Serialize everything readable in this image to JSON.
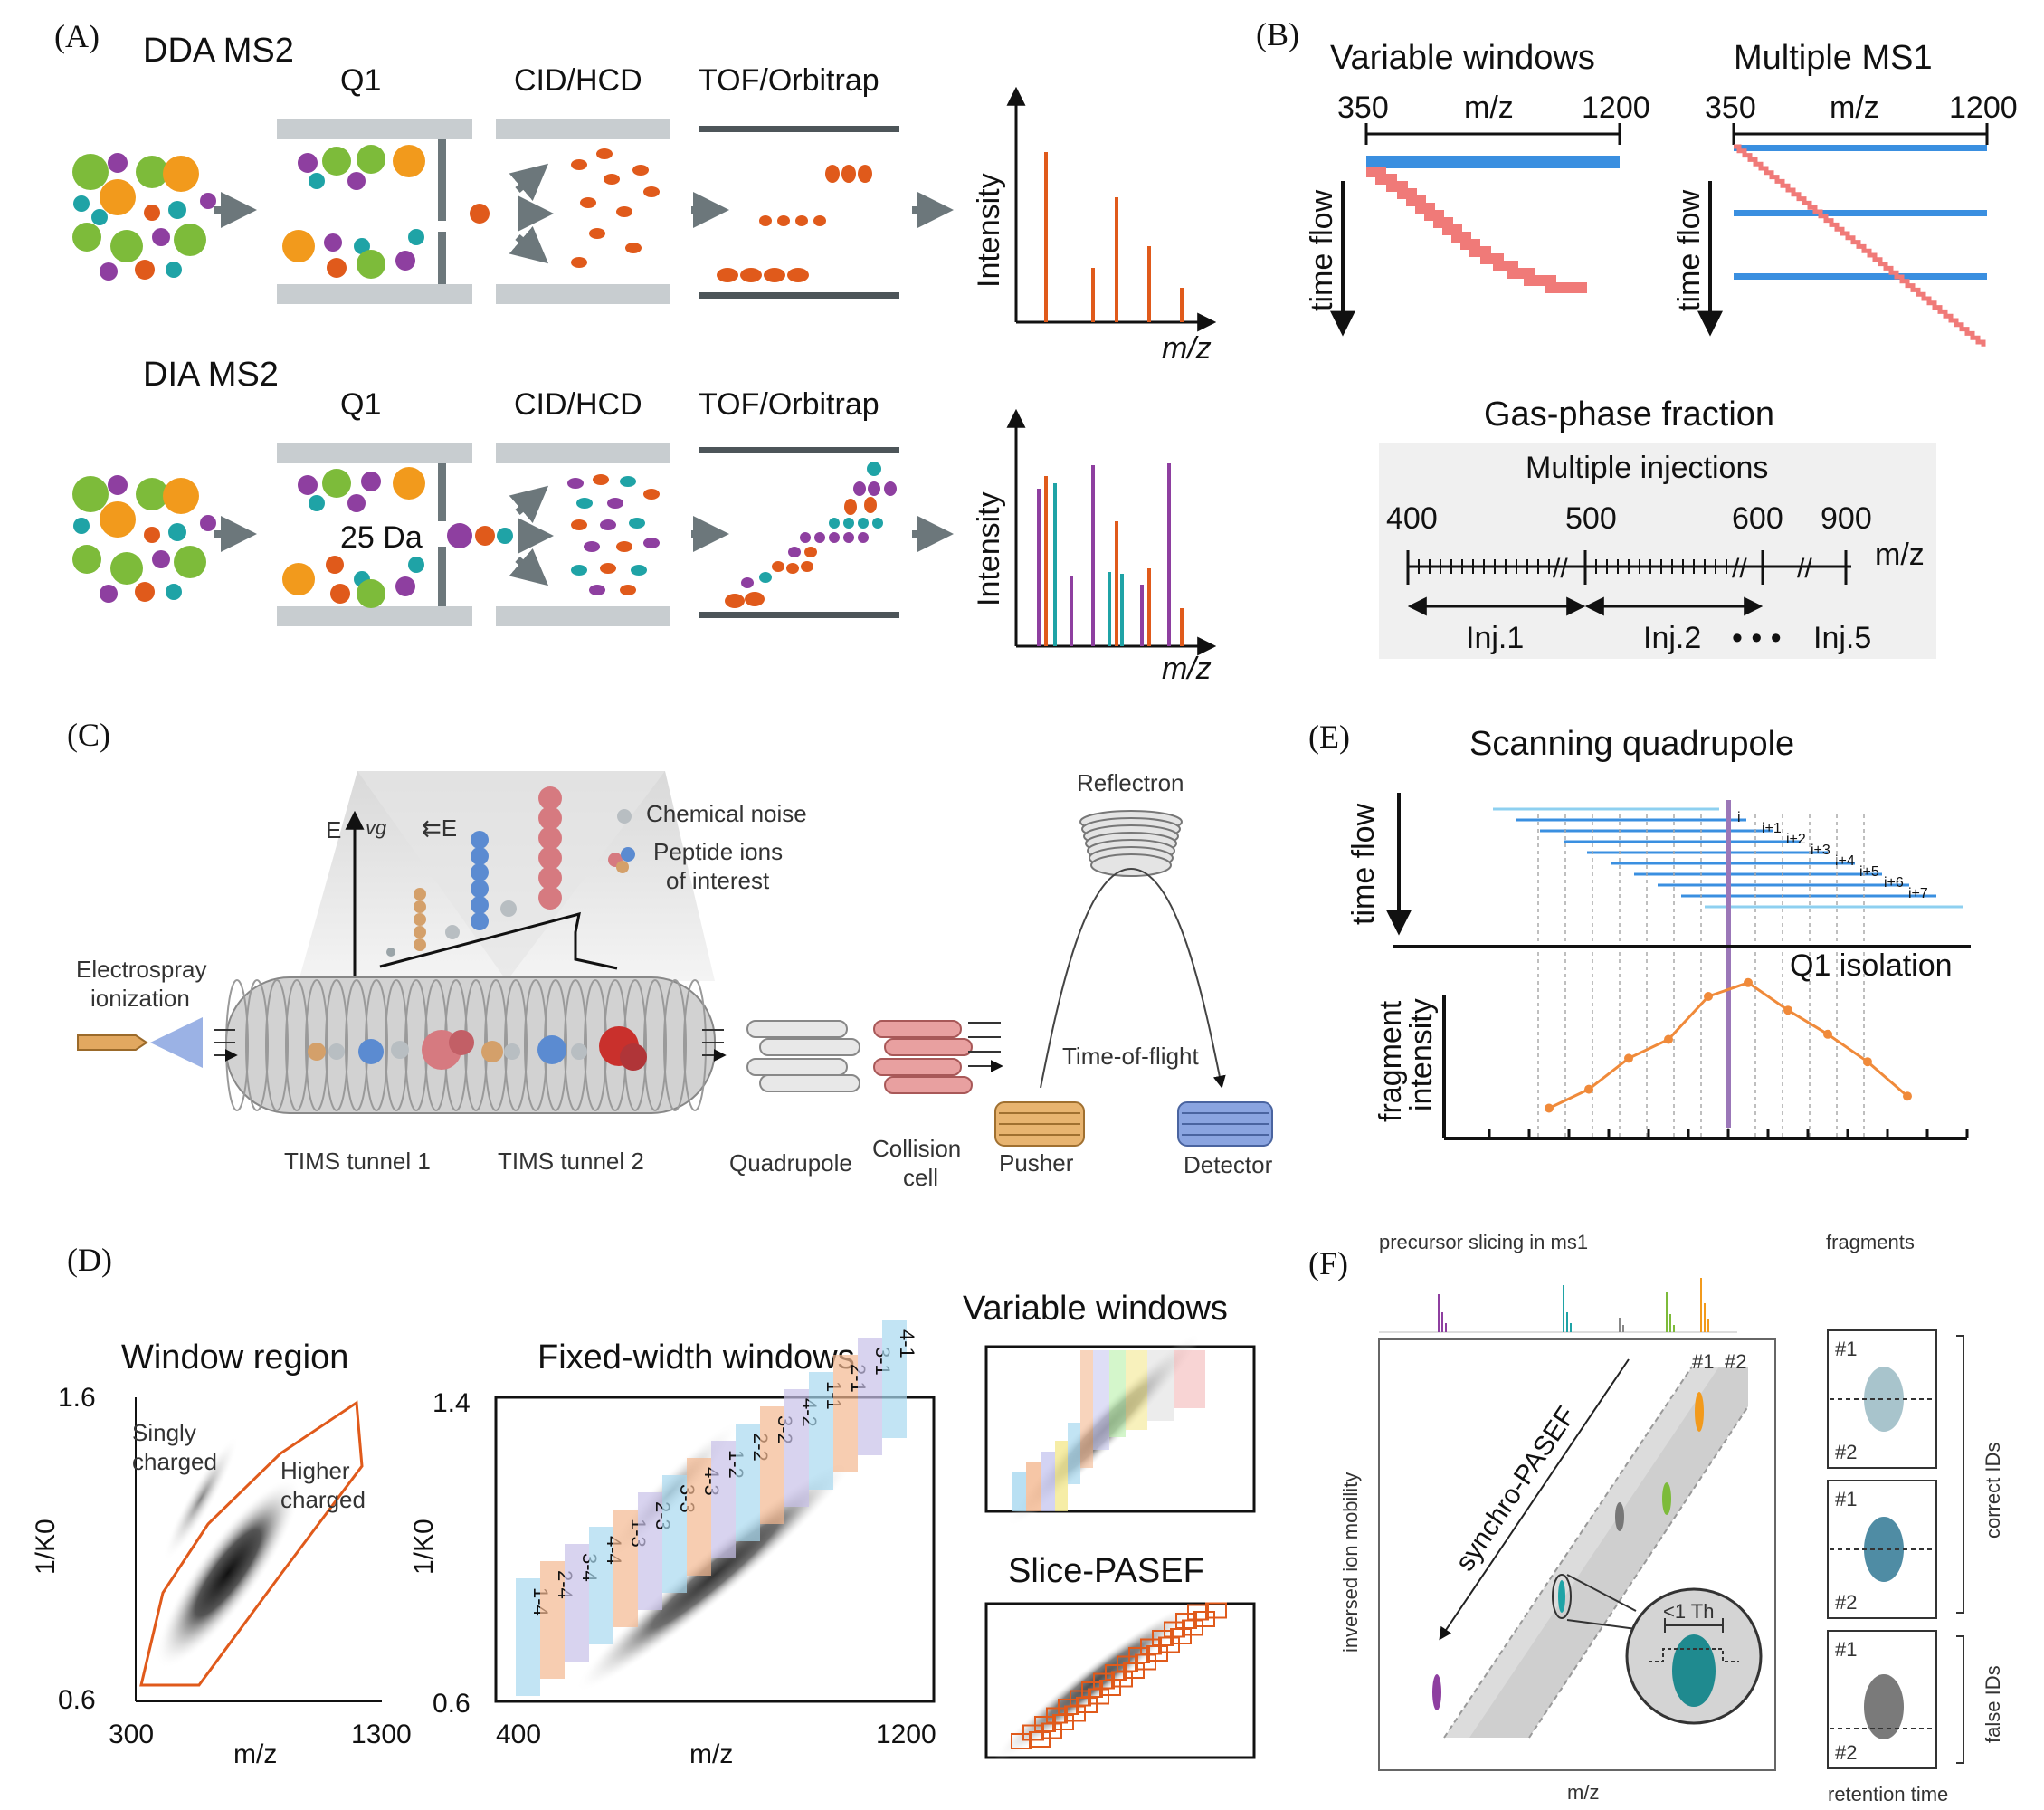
{
  "panels": {
    "A": {
      "label": "(A)",
      "dda": {
        "title": "DDA MS2",
        "q1": "Q1",
        "cid": "CID/HCD",
        "tof": "TOF/Orbitrap",
        "ylabel": "Intensity",
        "xlabel": "m/z"
      },
      "dia": {
        "title": "DIA MS2",
        "q1": "Q1",
        "window": "25 Da",
        "cid": "CID/HCD",
        "tof": "TOF/Orbitrap",
        "ylabel": "Intensity",
        "xlabel": "m/z"
      }
    },
    "B": {
      "label": "(B)",
      "variable": {
        "title": "Variable windows",
        "x_min": "350",
        "x_mid": "m/z",
        "x_max": "1200",
        "ylabel": "time flow"
      },
      "multi": {
        "title": "Multiple MS1",
        "x_min": "350",
        "x_mid": "m/z",
        "x_max": "1200",
        "ylabel": "time flow"
      },
      "gpf": {
        "title": "Gas-phase fraction",
        "subtitle": "Multiple injections",
        "ticks": [
          "400",
          "500",
          "600",
          "900"
        ],
        "unit": "m/z",
        "inj1": "Inj.1",
        "inj2": "Inj.2",
        "dots": "• • •",
        "inj5": "Inj.5"
      }
    },
    "C": {
      "label": "(C)",
      "energy": "E",
      "vg": "vg",
      "e_arrow": "E",
      "chem_noise": "Chemical noise",
      "peptide_1": "Peptide ions",
      "peptide_2": "of interest",
      "esi_1": "Electrospray",
      "esi_2": "ionization",
      "tims1": "TIMS tunnel 1",
      "tims2": "TIMS tunnel 2",
      "quadrupole": "Quadrupole",
      "collision_1": "Collision",
      "collision_2": "cell",
      "pusher": "Pusher",
      "reflectron": "Reflectron",
      "tof": "Time-of-flight",
      "detector": "Detector"
    },
    "D": {
      "label": "(D)",
      "region": {
        "title": "Window region",
        "singly_1": "Singly",
        "singly_2": "charged",
        "higher_1": "Higher",
        "higher_2": "charged",
        "ylabel": "1/K0",
        "ymax": "1.6",
        "ymin": "0.6",
        "xmin": "300",
        "xlabel": "m/z",
        "xmax": "1300"
      },
      "fixed": {
        "title": "Fixed-width windows",
        "ylabel": "1/K0",
        "ymax": "1.4",
        "ymin": "0.6",
        "xmin": "400",
        "xlabel": "m/z",
        "xmax": "1200",
        "windows": [
          "1-4",
          "2-4",
          "3-4",
          "4-4",
          "1-3",
          "2-3",
          "3-3",
          "4-3",
          "1-2",
          "2-2",
          "3-2",
          "4-2",
          "1-1",
          "2-1",
          "3-1",
          "4-1"
        ]
      },
      "variable_title": "Variable windows",
      "slice_title": "Slice-PASEF"
    },
    "E": {
      "label": "(E)",
      "title": "Scanning quadrupole",
      "ylabel_top": "time flow",
      "q1": "Q1 isolation",
      "ylabel_1": "fragment",
      "ylabel_2": "intensity",
      "scan_labels": [
        "i",
        "i+1",
        "i+2",
        "i+3",
        "i+4",
        "i+5",
        "i+6",
        "i+7"
      ],
      "fragment_intensity": [
        0.05,
        0.16,
        0.34,
        0.45,
        0.7,
        0.78,
        0.62,
        0.48,
        0.32,
        0.12
      ]
    },
    "F": {
      "label": "(F)",
      "top": "precursor slicing in ms1",
      "fragments": "fragments",
      "synchro": "synchro-PASEF",
      "scan1": "#1",
      "scan2": "#2",
      "th": "<1 Th",
      "ylabel": "inversed ion mobility",
      "xlabel": "m/z",
      "correct": "correct IDs",
      "false": "false IDs",
      "rt": "retention time",
      "box_top": "#1",
      "box_bottom": "#2"
    }
  },
  "colors": {
    "orange": "#e05a1b",
    "purple": "#8e3fa0",
    "teal": "#1fa3a6",
    "green": "#7dbb3a",
    "amber": "#f29a1c",
    "blue": "#3a8fe0",
    "salmon": "#f07a78",
    "grey": "#9aa4a8"
  }
}
